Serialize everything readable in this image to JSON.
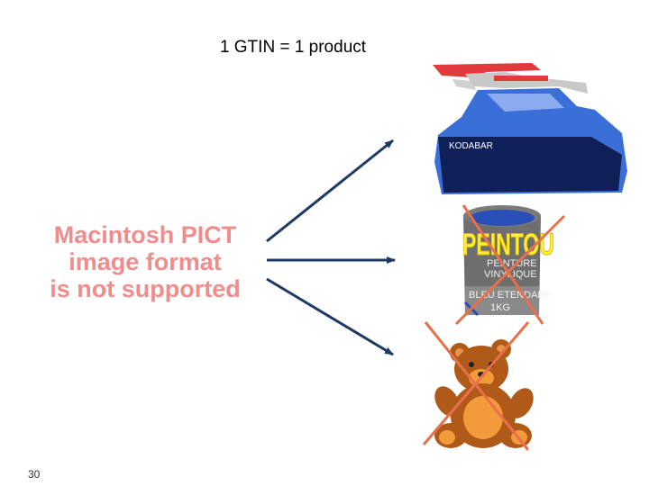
{
  "slide": {
    "title": "1 GTIN = 1 product",
    "placeholder_lines": [
      "Macintosh PICT",
      "image format",
      "is not supported"
    ],
    "slide_number": "30"
  },
  "products": {
    "spray_bottle_label": "KODABAR",
    "paint_can": {
      "brand": "PEINTOU",
      "line1": "PEINTURE",
      "line2": "VINYLIQUE",
      "line3": "BLEU ETENDARD",
      "line4": "1KG",
      "crossed_out": true
    },
    "teddy_bear": {
      "crossed_out": true
    }
  },
  "icons": {
    "arrow_color": "#1f3864",
    "cross_color": "#e8704a",
    "bottle_blue": "#3a6fd8",
    "bottle_dark": "#0f1f57"
  }
}
